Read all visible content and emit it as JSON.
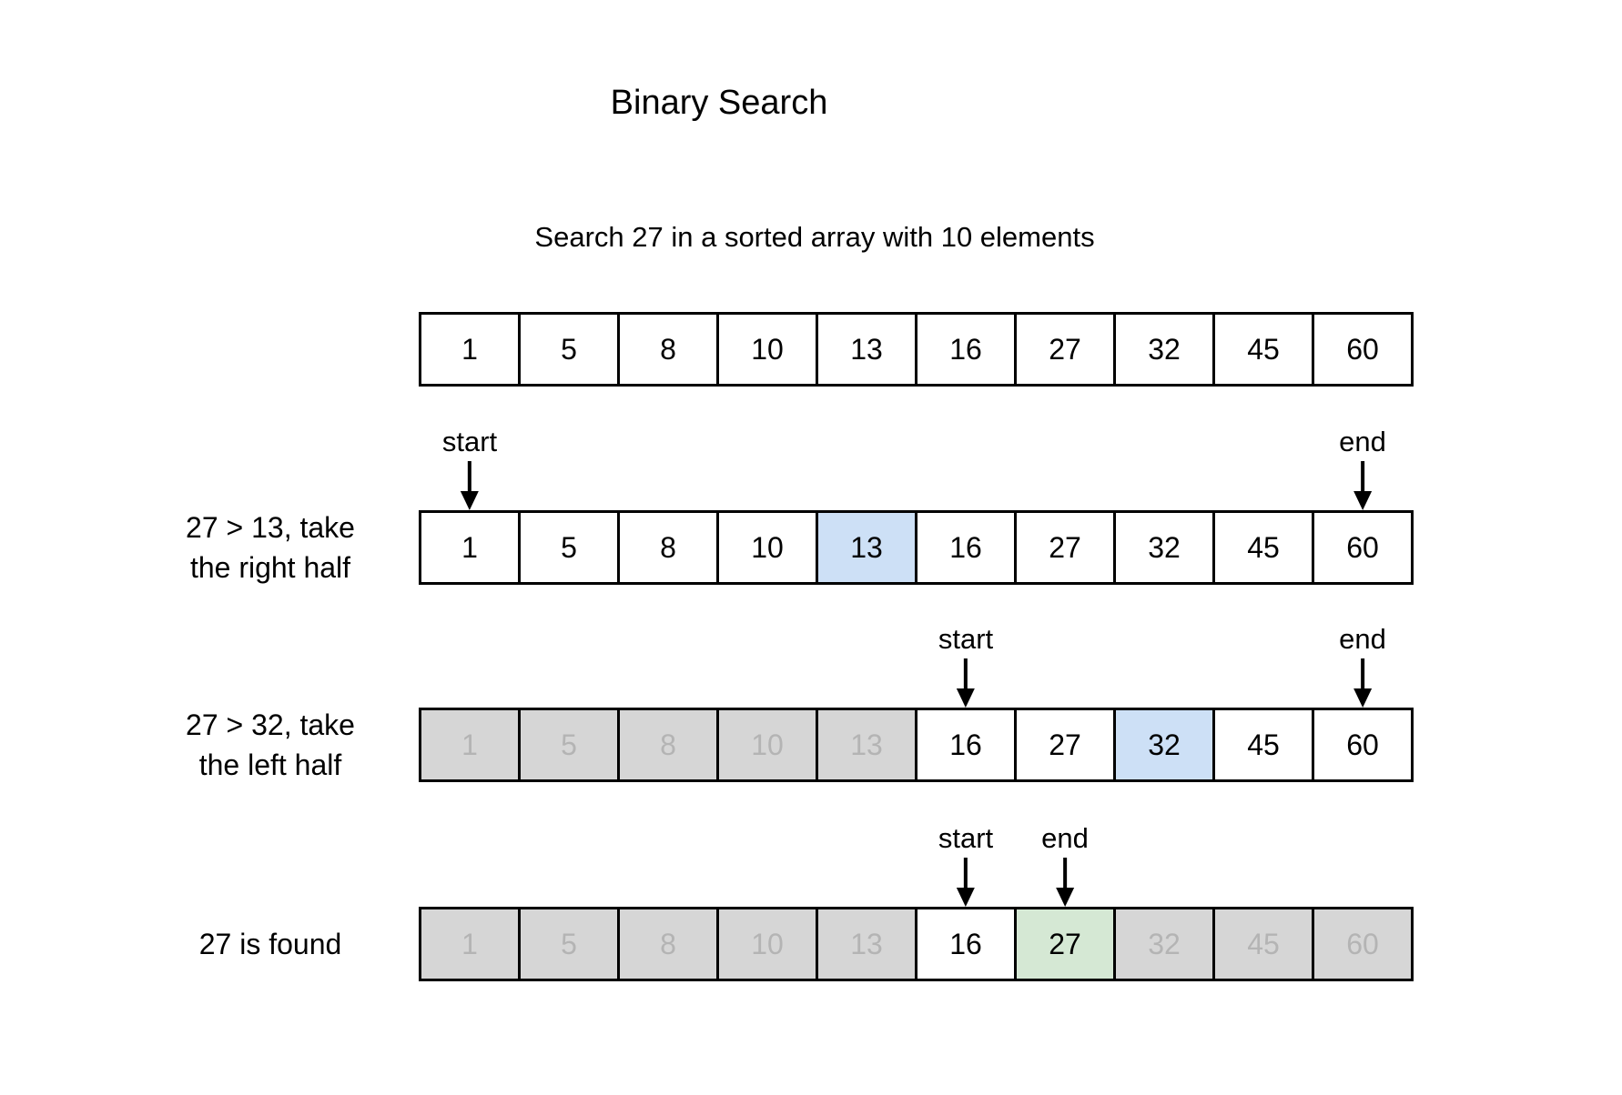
{
  "title": "Binary Search",
  "subtitle": "Search 27 in a sorted array with 10 elements",
  "array_values": [
    1,
    5,
    8,
    10,
    13,
    16,
    27,
    32,
    45,
    60
  ],
  "colors": {
    "border": "#000000",
    "mid_highlight": "#cde0f6",
    "found_highlight": "#d5e8d4",
    "dimmed_background": "#d6d6d6",
    "dimmed_text": "#b4b4b4"
  },
  "rows": [
    {
      "name": "initial-array",
      "label_lines": [],
      "pointers": [],
      "cell_states": [
        "plain",
        "plain",
        "plain",
        "plain",
        "plain",
        "plain",
        "plain",
        "plain",
        "plain",
        "plain"
      ]
    },
    {
      "name": "step-1-compare-13",
      "label_lines": [
        "27 > 13, take",
        "the right half"
      ],
      "pointers": [
        {
          "label": "start",
          "cell_index": 0
        },
        {
          "label": "end",
          "cell_index": 9
        }
      ],
      "cell_states": [
        "plain",
        "plain",
        "plain",
        "plain",
        "mid",
        "plain",
        "plain",
        "plain",
        "plain",
        "plain"
      ]
    },
    {
      "name": "step-2-compare-32",
      "label_lines": [
        "27 > 32, take",
        "the left half"
      ],
      "pointers": [
        {
          "label": "start",
          "cell_index": 5
        },
        {
          "label": "end",
          "cell_index": 9
        }
      ],
      "cell_states": [
        "dim",
        "dim",
        "dim",
        "dim",
        "dim",
        "plain",
        "plain",
        "mid",
        "plain",
        "plain"
      ]
    },
    {
      "name": "step-3-found",
      "label_lines": [
        "27 is found"
      ],
      "pointers": [
        {
          "label": "start",
          "cell_index": 5
        },
        {
          "label": "end",
          "cell_index": 6
        }
      ],
      "cell_states": [
        "dim",
        "dim",
        "dim",
        "dim",
        "dim",
        "plain",
        "found",
        "dim",
        "dim",
        "dim"
      ]
    }
  ]
}
